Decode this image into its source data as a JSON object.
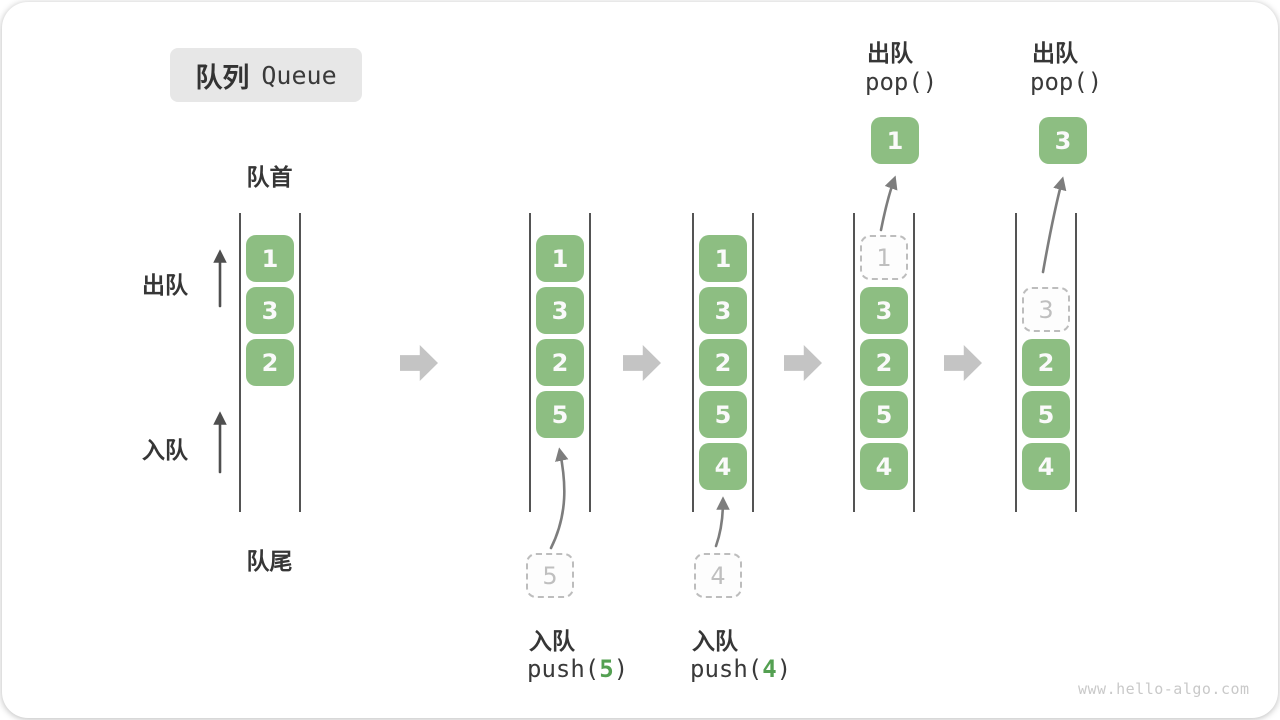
{
  "title": {
    "zh": "队列",
    "en": "Queue"
  },
  "side_labels": {
    "front": "队首",
    "rear": "队尾",
    "dequeue": "出队",
    "enqueue": "入队"
  },
  "ops": {
    "push5": {
      "zh": "入队",
      "fn": "push(",
      "arg": "5",
      "close": ")"
    },
    "push4": {
      "zh": "入队",
      "fn": "push(",
      "arg": "4",
      "close": ")"
    },
    "pop1": {
      "zh": "出队",
      "code": "pop()"
    },
    "pop2": {
      "zh": "出队",
      "code": "pop()"
    }
  },
  "queues": {
    "q1": {
      "slots": [
        "1",
        "3",
        "2"
      ]
    },
    "q2": {
      "slots": [
        "1",
        "3",
        "2",
        "5"
      ],
      "incoming": "5"
    },
    "q3": {
      "slots": [
        "1",
        "3",
        "2",
        "5",
        "4"
      ],
      "incoming": "4"
    },
    "q4": {
      "dashed": "1",
      "slots": [
        "3",
        "2",
        "5",
        "4"
      ],
      "popped": "1"
    },
    "q5": {
      "dashed": "3",
      "slots": [
        "2",
        "5",
        "4"
      ],
      "popped": "3"
    }
  },
  "watermark": "www.hello-algo.com",
  "colors": {
    "item_green": "#8dbe82",
    "code_arg_green": "#54a052",
    "dashed_gray": "#bdbdbd",
    "curve_arrow_gray": "#7d7d7d",
    "block_arrow_gray": "#c4c4c4",
    "title_box_bg": "#e7e7e7",
    "text_dark": "#363636"
  }
}
